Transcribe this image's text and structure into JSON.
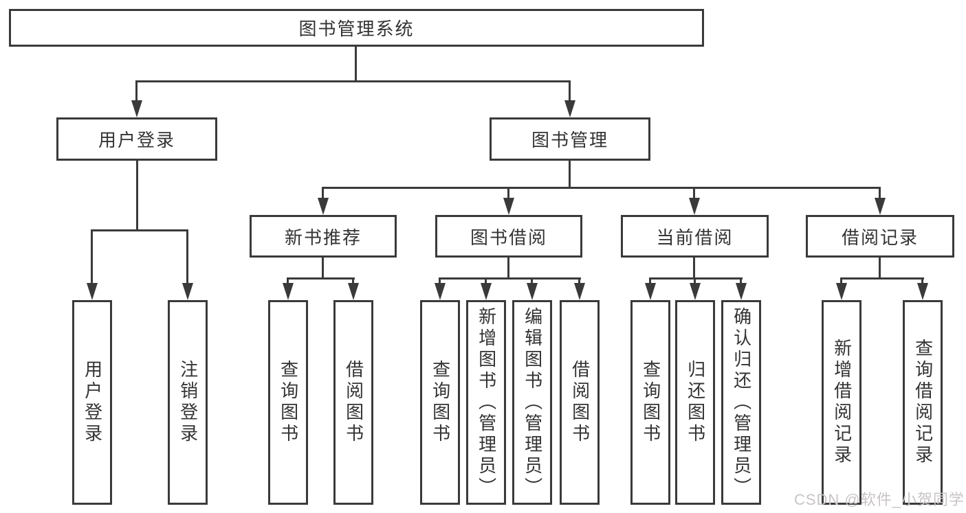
{
  "diagram": {
    "root": {
      "label": "图书管理系统"
    },
    "user_login": {
      "label": "用户登录",
      "leaves": [
        "用户登录",
        "注销登录"
      ]
    },
    "book_management": {
      "label": "图书管理",
      "children": [
        {
          "label": "新书推荐",
          "leaves": [
            "查询图书",
            "借阅图书"
          ]
        },
        {
          "label": "图书借阅",
          "leaves": [
            "查询图书",
            "新增图书（管理员）",
            "编辑图书（管理员）",
            "借阅图书"
          ]
        },
        {
          "label": "当前借阅",
          "leaves": [
            "查询图书",
            "归还图书",
            "确认归还（管理员）"
          ]
        },
        {
          "label": "借阅记录",
          "leaves": [
            "新增借阅记录",
            "查询借阅记录"
          ]
        }
      ]
    }
  },
  "watermark": {
    "text": "CSDN @软件_小贺同学"
  },
  "colors": {
    "line": "#3a3a3a",
    "text": "#333333",
    "watermark": "#c9c4c4",
    "background": "#ffffff"
  }
}
